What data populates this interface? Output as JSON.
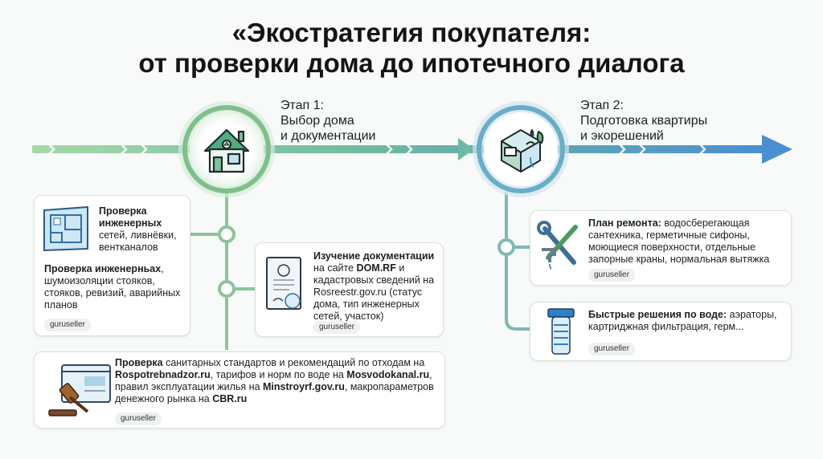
{
  "title": {
    "line1": "«Экостратегия покупателя:",
    "line2": "от проверки дома до ипотечного диалога"
  },
  "stage1": {
    "label": [
      "Этап 1:",
      "Выбор дома",
      "и документации"
    ],
    "icon": "house-icon"
  },
  "stage2": {
    "label": [
      "Этап 2:",
      "Подготовка квартиры",
      "и экорешений"
    ],
    "icon": "bathroom-icon"
  },
  "cards": {
    "engineering": {
      "icon": "floor-plan-icon",
      "title": "Проверка инженерных",
      "text1": "сетей, ливнёвки, вентканалов",
      "title2": "Проверка инженерньах",
      "text2": ", шумоизоляции стояков, стояков, ревизий, аварийных планов",
      "tag": "guruseller"
    },
    "documents": {
      "icon": "document-seal-icon",
      "title": "Изучение документации",
      "text1": "на сайте",
      "link1": "DOM.RF",
      "text2": "и кадастровых сведений на Rosreestr.gov.ru (статус дома, тип инженерных сетей, участок)",
      "tag": "guruseller"
    },
    "standards": {
      "icon": "gavel-icon",
      "title": "Проверка",
      "text1": "санитарных стандартов и рекомендаций по отходам на",
      "link1": "Rospotrebnadzor.ru",
      "text2": ", тарифов и норм по воде на",
      "link2": "Mosvodokanal.ru",
      "text3": ", правил эксплуатации жилья на",
      "link3": "Minstroyrf.gov.ru",
      "text4": ", макропараметров денежного рынка на",
      "link4": "CBR.ru",
      "tag": "guruseller"
    },
    "repair": {
      "icon": "tools-icon",
      "title": "План ремонта:",
      "text": "водосберегающая сантехника, герметичные сифоны, моющиеся поверхности, отдельные запорные краны, нормальная вытяжка",
      "tag": "guruseller"
    },
    "water": {
      "icon": "water-filter-icon",
      "title": "Быстрые решения по воде:",
      "text": "аэраторы, картриджная фильтрация, герм...",
      "tag": "guruseller"
    }
  },
  "colors": {
    "green": "#7cc08d",
    "teal": "#5fb0a8",
    "blue": "#4d8fcf",
    "connector": "#8cc49b"
  }
}
